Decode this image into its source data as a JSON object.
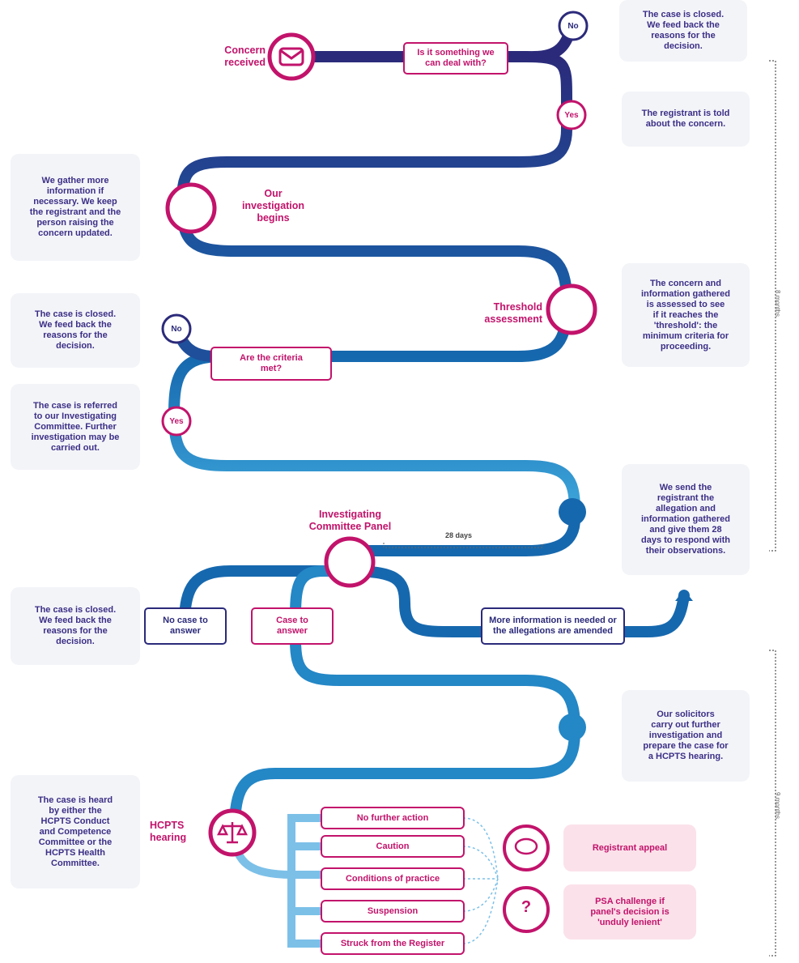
{
  "stages": {
    "concern_received": "Concern\nreceived",
    "our_investigation": "Our\ninvestigation\nbegins",
    "threshold": "Threshold\nassessment",
    "icp": "Investigating\nCommittee Panel",
    "hcpts": "HCPTS\nhearing"
  },
  "decisions": {
    "deal_with": "Is it something we\ncan deal with?",
    "criteria_met": "Are the criteria\nmet?",
    "no_case": "No case to\nanswer",
    "case_to_answer": "Case to\nanswer",
    "more_info": "More information is needed or\nthe allegations are amended"
  },
  "labels": {
    "no": "No",
    "yes": "Yes",
    "days": "28 days"
  },
  "notes": {
    "closed_top": "The case is closed.\nWe feed back the\nreasons for the\ndecision.",
    "told": "The registrant is told\nabout the concern.",
    "gather": "We gather more\ninformation if\nnecessary. We keep\nthe registrant and the\nperson raising the\nconcern updated.",
    "assessed": "The concern and\ninformation gathered\nis assessed to see\nif it reaches the\n'threshold': the\nminimum criteria for\nproceeding.",
    "closed_mid": "The case is closed.\nWe feed back the\nreasons for the\ndecision.",
    "referred": "The case is referred\nto our Investigating\nCommittee. Further\ninvestigation may be\ncarried out.",
    "send": "We send the\nregistrant the\nallegation and\ninformation gathered\nand give them 28\ndays to respond with\ntheir observations.",
    "closed_low": "The case is closed.\nWe feed back the\nreasons for the\ndecision.",
    "solicitors": "Our solicitors\ncarry out further\ninvestigation and\nprepare the case for\na HCPTS hearing.",
    "heard": "The case is heard\nby either the\nHCPTS Conduct\nand Competence\nCommittee or the\nHCPTS Health\nCommittee."
  },
  "outcomes": [
    "No further action",
    "Caution",
    "Conditions of practice",
    "Suspension",
    "Struck from the Register"
  ],
  "appeals": {
    "registrant": "Registrant appeal",
    "psa": "PSA challenge if\npanel's decision is\n'unduly lenient'"
  },
  "side_labels": {
    "top": "8 months",
    "bottom": "9 months"
  },
  "colors": {
    "pink": "#c2136b",
    "navy": "#2b2a7a",
    "blue_mid": "#1b5fa8",
    "blue_light": "#2d9bd6",
    "note_bg": "#f3f4f8"
  }
}
